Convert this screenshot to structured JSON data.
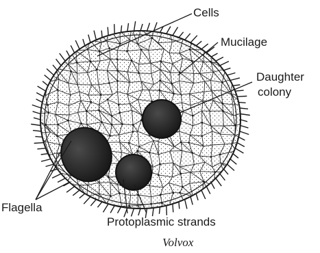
{
  "figure": {
    "caption": "Volvox",
    "labels": {
      "cells": "Cells",
      "mucilage": "Mucilage",
      "daughter_colony_line1": "Daughter",
      "daughter_colony_line2": "colony",
      "flagella": "Flagella",
      "protoplasmic_strands": "Protoplasmic strands"
    }
  },
  "colors": {
    "ink": "#1a1a1a",
    "colony_dark": "#2b2b2b",
    "background": "#ffffff"
  }
}
